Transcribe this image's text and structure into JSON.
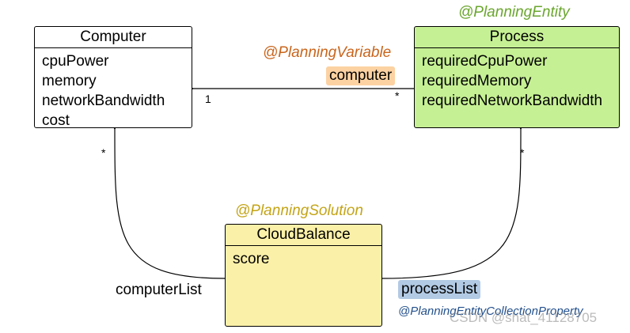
{
  "classes": {
    "computer": {
      "name": "Computer",
      "attributes": [
        "cpuPower",
        "memory",
        "networkBandwidth",
        "cost"
      ]
    },
    "process": {
      "name": "Process",
      "annotation": "@PlanningEntity",
      "attributes": [
        "requiredCpuPower",
        "requiredMemory",
        "requiredNetworkBandwidth"
      ]
    },
    "cloud_balance": {
      "name": "CloudBalance",
      "annotation": "@PlanningSolution",
      "attributes": [
        "score"
      ]
    }
  },
  "relations": {
    "process_to_computer": {
      "annotation": "@PlanningVariable",
      "field": "computer",
      "source_multiplicity": "*",
      "target_multiplicity": "1"
    },
    "cloud_to_computer": {
      "field": "computerList",
      "multiplicity": "*"
    },
    "cloud_to_process": {
      "field": "processList",
      "annotation": "@PlanningEntityCollectionProperty",
      "multiplicity": "*"
    }
  },
  "colors": {
    "process_fill": "#c6f094",
    "cloud_fill": "#fbf0a8",
    "entity_annotation": "#6aa62d",
    "variable_annotation": "#c9651c",
    "solution_annotation": "#c4a416",
    "collection_annotation": "#23508c"
  },
  "watermark": "CSDN @shat_41128705"
}
